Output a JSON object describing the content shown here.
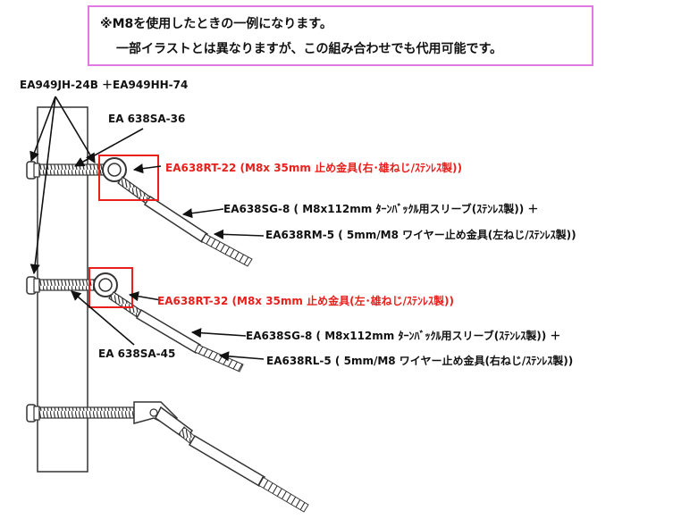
{
  "note": {
    "line1": "※M8を使用したときの一例になります。",
    "line2": "一部イラストとは異なりますが、この組み合わせでも代用可能です。"
  },
  "labels": {
    "bolt_combo": "EA949JH-24B ＋EA949HH-74",
    "bolt_36": "EA 638SA-36",
    "eye_rt22": "EA638RT-22 (M8x 35mm 止め金具(右･雄ねじ/ｽﾃﾝﾚｽ製))",
    "sleeve_1": "EA638SG-8 ( M8x112mm ﾀｰﾝﾊﾞｯｸﾙ用スリーブ(ｽﾃﾝﾚｽ製)) ＋",
    "wire_rm5": "EA638RM-5 ( 5mm/M8 ワイヤー止め金具(左ねじ/ｽﾃﾝﾚｽ製))",
    "eye_rt32": "EA638RT-32 (M8x 35mm 止め金具(左･雄ねじ/ｽﾃﾝﾚｽ製))",
    "bolt_45": "EA 638SA-45",
    "sleeve_2": "EA638SG-8 ( M8x112mm ﾀｰﾝﾊﾞｯｸﾙ用スリーブ(ｽﾃﾝﾚｽ製)) ＋",
    "wire_rl5": "EA638RL-5 ( 5mm/M8 ワイヤー止め金具(右ねじ/ｽﾃﾝﾚｽ製))"
  },
  "colors": {
    "highlight_red": "#e8201c",
    "note_border": "#e07ae0"
  }
}
